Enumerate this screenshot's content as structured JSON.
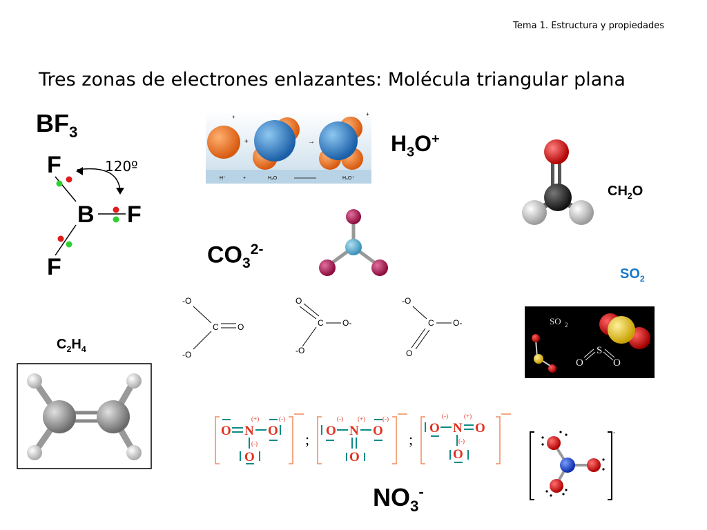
{
  "header": "Tema 1. Estructura y propiedades",
  "title": "Tres zonas de electrones enlazantes: Molécula triangular plana",
  "bf3": {
    "label": {
      "base": "BF",
      "sub": "3"
    },
    "angle": "120º",
    "atoms": {
      "f": "F",
      "b": "B"
    }
  },
  "h3o": {
    "label": {
      "base": "H",
      "sub": "3",
      "rest": "O",
      "sup": "+"
    },
    "caption": {
      "hplus": "H⁺",
      "plus": "+",
      "h2o": "H₂O",
      "h3o": "H₃O⁺"
    },
    "charges": {
      "plus": "+"
    }
  },
  "ch2o": {
    "label": {
      "base": "CH",
      "sub": "2",
      "rest": "O"
    }
  },
  "co3": {
    "label": {
      "base": "CO",
      "sub": "3",
      "sup": "2-"
    },
    "atoms": {
      "o_minus": "-O",
      "o": "O",
      "c": "C",
      "o_minus_after": "O-"
    }
  },
  "so2": {
    "label": {
      "base": "SO",
      "sub": "2"
    },
    "image": {
      "formula": "SO",
      "sub": "2",
      "s": "S",
      "o": "O"
    }
  },
  "c2h4": {
    "label": {
      "base": "C",
      "sub1": "2",
      "mid": "H",
      "sub2": "4"
    }
  },
  "no3": {
    "label": {
      "base": "NO",
      "sub": "3",
      "sup": "-"
    },
    "lewis": {
      "o": "O",
      "n": "N",
      "plus": "(+)",
      "minus": "(-)",
      "sep": ";",
      "charge": "-"
    }
  },
  "colors": {
    "bf_red": "#e21b1b",
    "bf_green": "#2fd12f",
    "lewis_red": "#e0301e",
    "lewis_teal": "#0c8a86",
    "lewis_bracket": "#f08a5a",
    "so2_blue": "#1878c8"
  }
}
